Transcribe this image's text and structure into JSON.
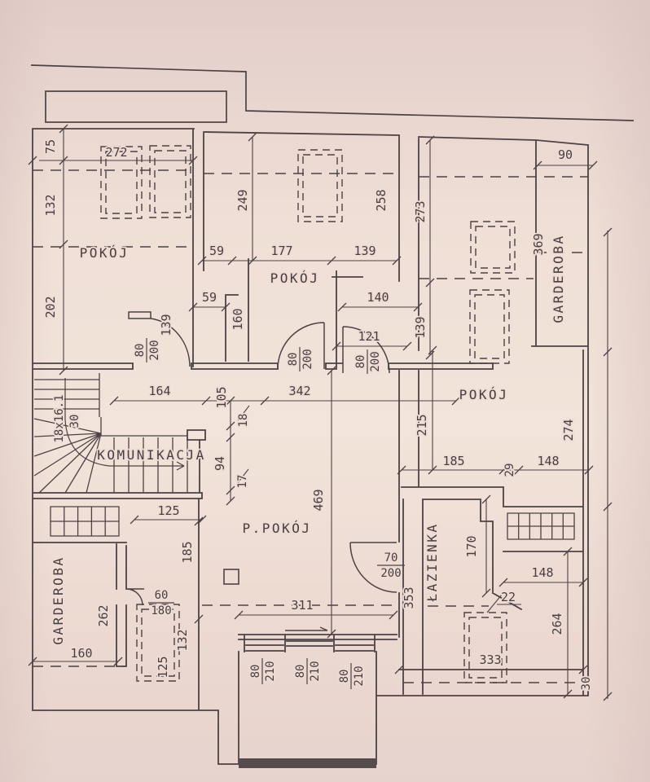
{
  "drawing": {
    "type": "architectural-floor-plan",
    "paper_color": "#eedcd4",
    "ink_color": "#4c4245",
    "rooms": {
      "pokoj_tl": "POKÓJ",
      "pokoj_tm": "POKÓJ",
      "pokoj_tr": "POKÓJ",
      "garderoba_right": "GARDEROBA",
      "komunikacja": "KOMUNIKACJA",
      "p_pokoj": "P.POKÓJ",
      "lazienka": "ŁAZIENKA",
      "garderoba_bl": "GARDEROBA"
    },
    "stair": {
      "spec": "18x16.1",
      "tread": "30"
    },
    "dims": {
      "n17": "17",
      "n18": "18",
      "n22": "22",
      "n29": "29",
      "n30": "30",
      "n59": "59",
      "n60": "60",
      "n70": "70",
      "n75": "75",
      "n80": "80",
      "n90": "90",
      "n94": "94",
      "n105": "105",
      "n121": "121",
      "n125": "125",
      "n132": "132",
      "n139": "139",
      "n140": "140",
      "n148": "148",
      "n160": "160",
      "n164": "164",
      "n170": "170",
      "n177": "177",
      "n180": "180",
      "n185": "185",
      "n200": "200",
      "n202": "202",
      "n210": "210",
      "n215": "215",
      "n249": "249",
      "n258": "258",
      "n262": "262",
      "n264": "264",
      "n272": "272",
      "n273": "273",
      "n274": "274",
      "n311": "311",
      "n333": "333",
      "n342": "342",
      "n353": "353",
      "n369": "369",
      "n469": "469"
    }
  }
}
